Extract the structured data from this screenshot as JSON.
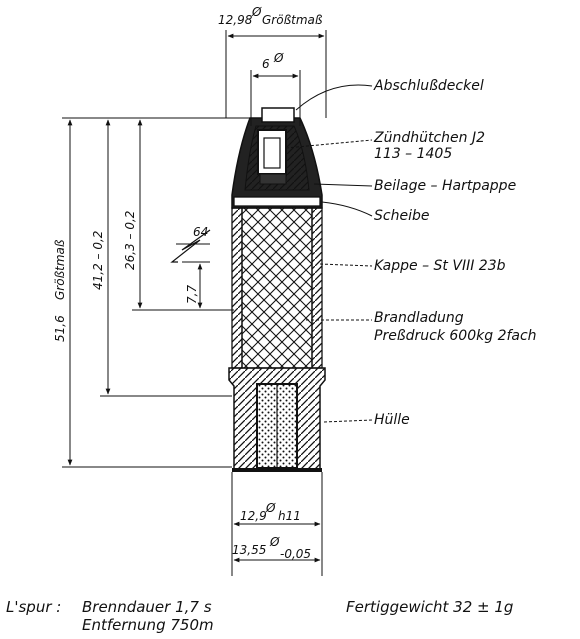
{
  "dimensions": {
    "max_diameter": "12,98",
    "max_diameter_suffix": "Größtmaß",
    "primer_diameter": "6",
    "total_length": "51,6",
    "total_length_suffix": "Größtmaß",
    "length_41": "41,2 – 0,2",
    "length_26": "26,3 – 0,2",
    "length_small": "7,7",
    "spring_note": "64",
    "case_diameter": "12,9",
    "case_diameter_suffix": "h11",
    "base_diameter": "13,55",
    "base_diameter_tol": "-0,05",
    "diameter_symbol": "Ø"
  },
  "labels": {
    "closing_cap": "Abschlußdeckel",
    "primer_line1": "Zündhütchen J2",
    "primer_line2": "113 – 1405",
    "insert": "Beilage – Hartpappe",
    "washer": "Scheibe",
    "cap": "Kappe – St VIII 23b",
    "charge_line1": "Brandladung",
    "charge_line2": "Preßdruck 600kg 2fach",
    "case": "Hülle"
  },
  "footer": {
    "tracer_label": "L'spur :",
    "burn_time": "Brenndauer 1,7 s",
    "distance": "Entfernung 750m",
    "weight": "Fertiggewicht 32 ± 1g"
  },
  "colors": {
    "ink": "#111111",
    "paper": "#ffffff"
  }
}
